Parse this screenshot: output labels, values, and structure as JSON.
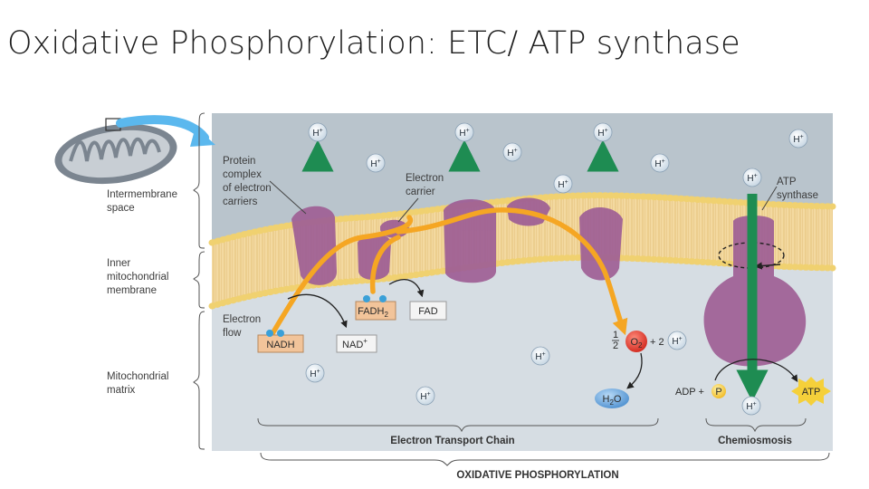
{
  "slide": {
    "title": "Oxidative Phosphorylation: ETC/ ATP synthase"
  },
  "regions": {
    "intermembrane": [
      "Intermembrane",
      "space"
    ],
    "inner_membrane": [
      "Inner",
      "mitochondrial",
      "membrane"
    ],
    "matrix": [
      "Mitochondrial",
      "matrix"
    ]
  },
  "callouts": {
    "protein_complex": [
      "Protein",
      "complex",
      "of electron",
      "carriers"
    ],
    "electron_carrier": [
      "Electron",
      "carrier"
    ],
    "atp_synthase": [
      "ATP",
      "synthase"
    ],
    "electron_flow": [
      "Electron",
      "flow"
    ]
  },
  "ions": {
    "proton": "H",
    "charge": "+"
  },
  "molecules": {
    "nadh": "NADH",
    "nad": "NAD",
    "nad_charge": "+",
    "fadh": "FADH",
    "fadh_sub": "2",
    "fad": "FAD",
    "half_num": "1",
    "half_den": "2",
    "o2": "O",
    "o2_sub": "2",
    "plus_two": "+ 2",
    "h2o_h": "H",
    "h2o_sub": "2",
    "h2o_o": "O",
    "adp_plus": "ADP +",
    "p": "P",
    "atp": "ATP"
  },
  "brackets": {
    "etc": "Electron Transport Chain",
    "chemiosmosis": "Chemiosmosis",
    "oxphos": "OXIDATIVE PHOSPHORYLATION"
  },
  "colors": {
    "panel": "#d9dfe5",
    "intermembrane": "#b9c4cc",
    "matrix": "#d6dde3",
    "membrane": "#f3d9a0",
    "protein": "#9e5e95",
    "proton_arrow": "#1e8c52",
    "electron_arrow": "#f5a623",
    "ion_bubble": "#dfe8f0"
  }
}
